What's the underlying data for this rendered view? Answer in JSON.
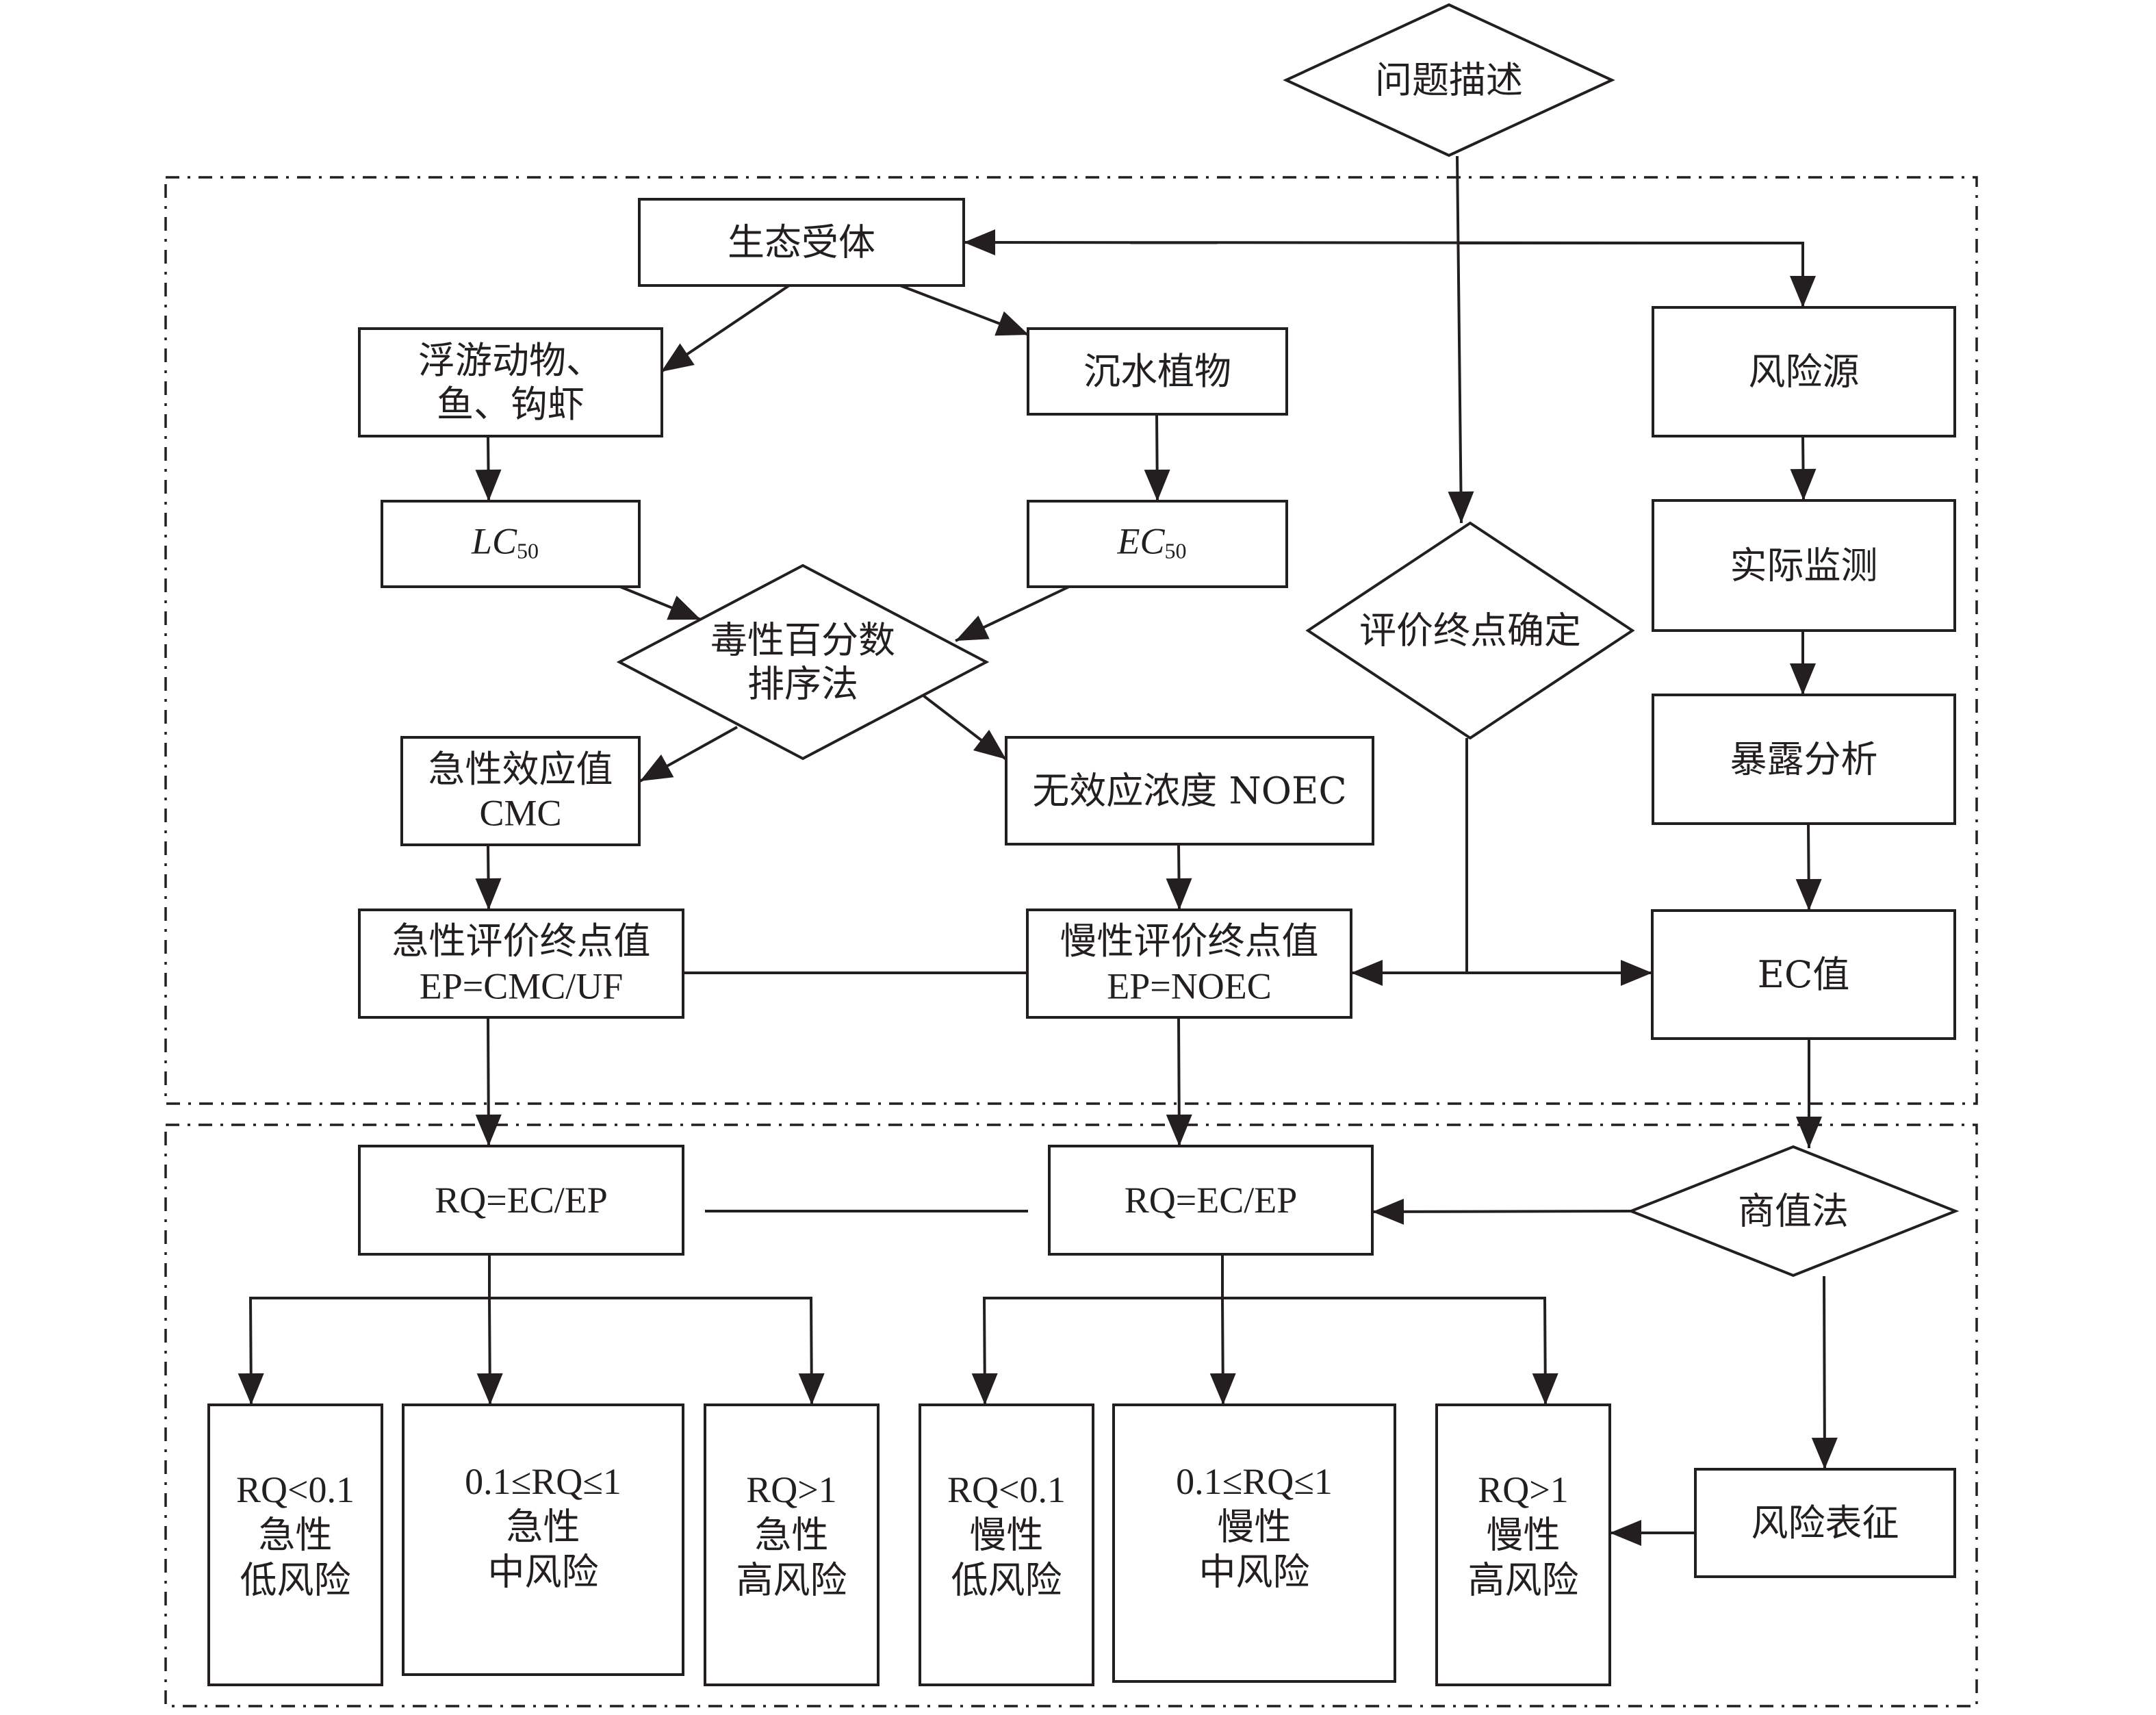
{
  "colors": {
    "stroke": "#231f20",
    "background": "#ffffff"
  },
  "title_node": {
    "label": "问题描述"
  },
  "nodes": {
    "eco_receptor": {
      "lines": [
        "生态受体"
      ]
    },
    "zooplankton": {
      "lines": [
        "浮游动物、",
        "鱼、钩虾"
      ]
    },
    "submerged_plants": {
      "lines": [
        "沉水植物"
      ]
    },
    "risk_source": {
      "lines": [
        "风险源"
      ]
    },
    "lc50": {
      "main": "LC",
      "sub": "50"
    },
    "ec50": {
      "main": "EC",
      "sub": "50"
    },
    "monitoring": {
      "lines": [
        "实际监测"
      ]
    },
    "ssd_method": {
      "lines": [
        "毒性百分数",
        "排序法"
      ]
    },
    "endpoint_determination": {
      "lines": [
        "评价终点确定"
      ]
    },
    "exposure_analysis": {
      "lines": [
        "暴露分析"
      ]
    },
    "acute_effect": {
      "lines": [
        "急性效应值",
        "CMC"
      ]
    },
    "noec": {
      "lines": [
        "无效应浓度  NOEC"
      ]
    },
    "acute_endpoint": {
      "lines": [
        "急性评价终点值",
        "EP=CMC/UF"
      ]
    },
    "chronic_endpoint": {
      "lines": [
        "慢性评价终点值",
        "EP=NOEC"
      ]
    },
    "ec_value": {
      "lines": [
        "EC值"
      ]
    },
    "rq_acute": {
      "lines": [
        "RQ=EC/EP"
      ]
    },
    "rq_chronic": {
      "lines": [
        "RQ=EC/EP"
      ]
    },
    "quotient_method": {
      "lines": [
        "商值法"
      ]
    },
    "risk_characterization": {
      "lines": [
        "风险表征"
      ]
    }
  },
  "outcomes": [
    {
      "lines": [
        "RQ<0.1",
        "急性",
        "低风险"
      ]
    },
    {
      "lines": [
        "0.1≤RQ≤1",
        "急性",
        "中风险"
      ]
    },
    {
      "lines": [
        "RQ>1",
        "急性",
        "高风险"
      ]
    },
    {
      "lines": [
        "RQ<0.1",
        "慢性",
        "低风险"
      ]
    },
    {
      "lines": [
        "0.1≤RQ≤1",
        "慢性",
        "中风险"
      ]
    },
    {
      "lines": [
        "RQ>1",
        "慢性",
        "高风险"
      ]
    }
  ]
}
